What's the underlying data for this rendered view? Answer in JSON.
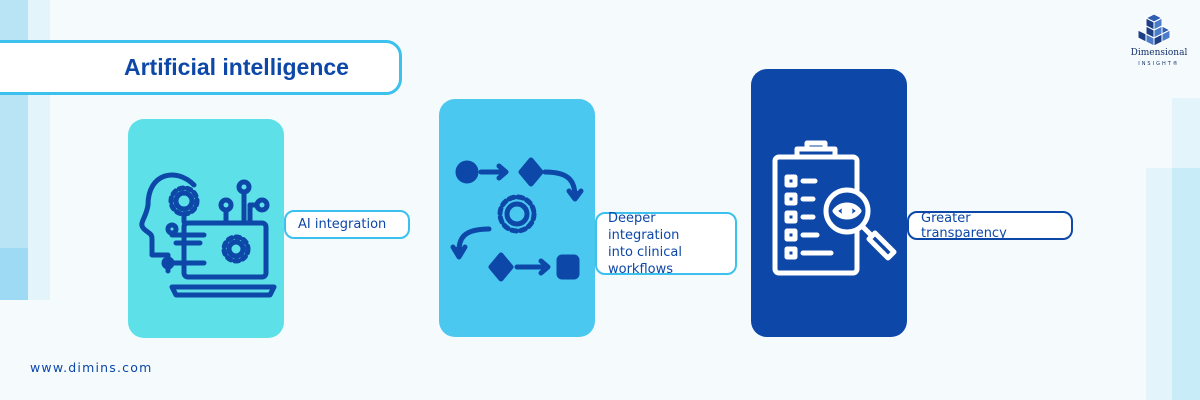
{
  "title": "Artificial intelligence",
  "steps": [
    {
      "label": "AI integration",
      "icon": "ai-brain-laptop-icon"
    },
    {
      "label_lines": [
        "Deeper integration",
        "into clinical",
        "workflows"
      ],
      "icon": "workflow-gear-icon"
    },
    {
      "label": "Greater transparency",
      "icon": "clipboard-magnifier-icon"
    }
  ],
  "footer": {
    "url": "www.dimins.com"
  },
  "logo": {
    "line1": "Dimensional",
    "line2": "INSIGHT®"
  },
  "colors": {
    "navy": "#0d47a8",
    "cyan_light": "#5ee0e8",
    "cyan": "#4bc8f0",
    "border": "#3cc1ef",
    "background": "#f5fbfd"
  }
}
